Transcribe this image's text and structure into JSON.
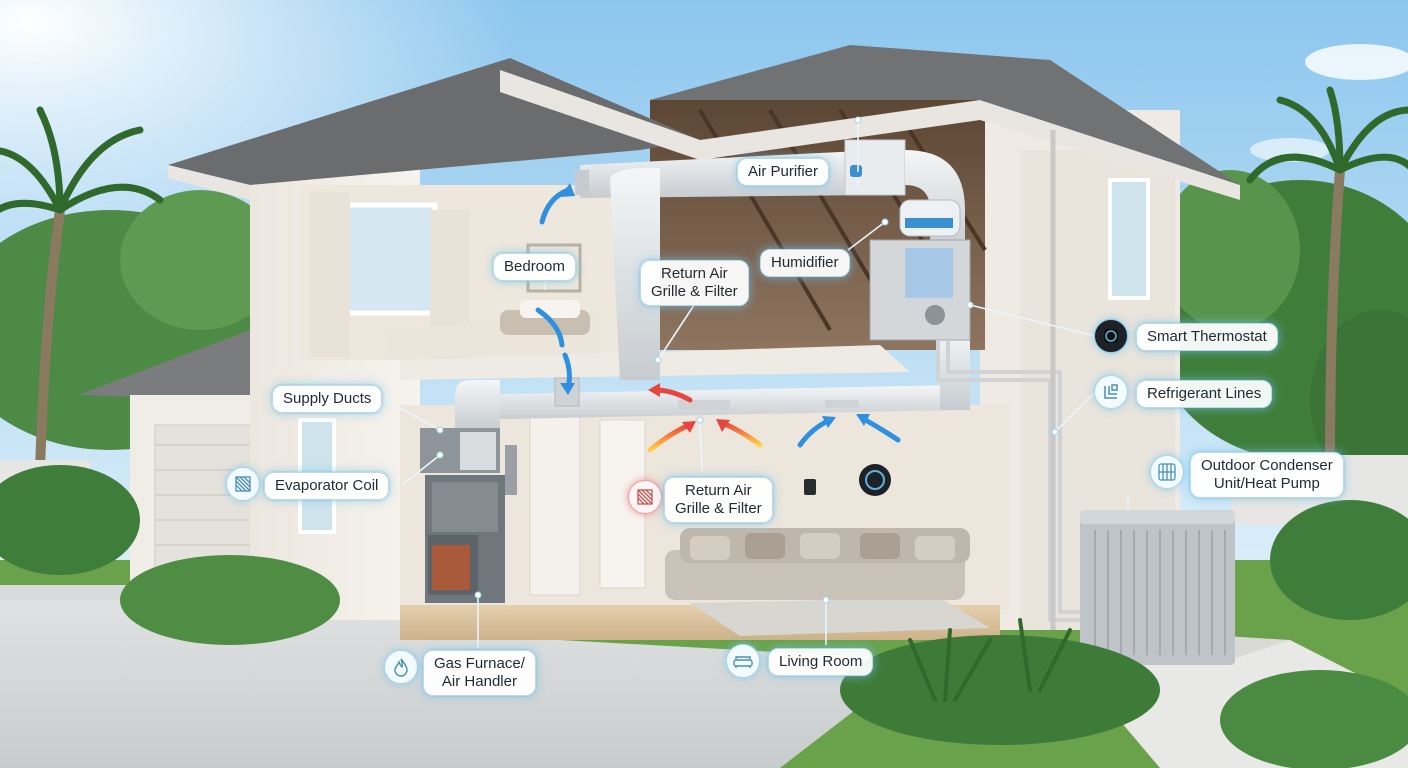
{
  "labels": {
    "air_purifier": "Air Purifier",
    "bedroom": "Bedroom",
    "return_air_top": "Return Air\nGrille & Filter",
    "humidifier": "Humidifier",
    "smart_thermostat": "Smart Thermostat",
    "supply_ducts": "Supply Ducts",
    "refrigerant_lines": "Refrigerant Lines",
    "evaporator_coil": "Evaporator Coil",
    "return_air_bottom": "Return Air\nGrille & Filter",
    "outdoor_condenser": "Outdoor Condenser\nUnit/Heat Pump",
    "gas_furnace": "Gas Furnace/\nAir Handler",
    "living_room": "Living Room"
  },
  "colors": {
    "sky_top": "#8cc6ee",
    "sky_bottom": "#e9f5fb",
    "wall": "#f1ede6",
    "roof": "#6d6f71",
    "duct": "#dfe3e6",
    "warm_air": "#e8453c",
    "cool_air": "#2f8fe0",
    "glow": "#78c8eb",
    "foliage": "#3f7d3a"
  },
  "icons": {
    "smart_thermostat": "thermostat-icon",
    "refrigerant_lines": "pipes-icon",
    "evaporator_coil": "coil-icon",
    "return_air_bottom": "filter-icon",
    "outdoor_condenser": "condenser-grid-icon",
    "gas_furnace": "flame-icon",
    "living_room": "sofa-icon"
  }
}
